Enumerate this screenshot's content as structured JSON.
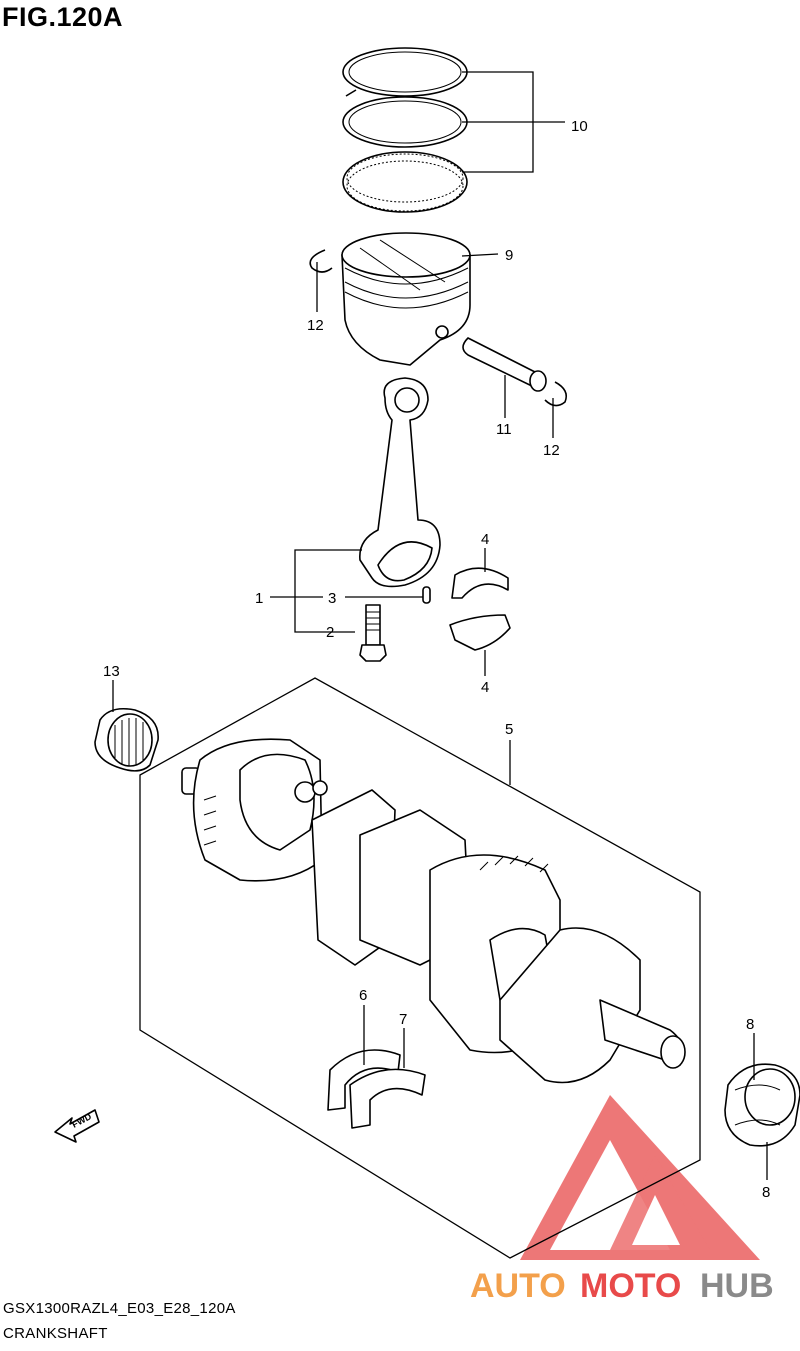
{
  "figure": {
    "title": "FIG.120A",
    "model_code": "GSX1300RAZL4_E03_E28_120A",
    "section_name": "CRANKSHAFT"
  },
  "callouts": {
    "c1": "1",
    "c2": "2",
    "c3": "3",
    "c4a": "4",
    "c4b": "4",
    "c5": "5",
    "c6": "6",
    "c7": "7",
    "c8a": "8",
    "c8b": "8",
    "c9": "9",
    "c10": "10",
    "c11": "11",
    "c12a": "12",
    "c12b": "12",
    "c13": "13"
  },
  "direction_marker": "FWD",
  "watermark": {
    "part1": "AUTO",
    "part2": "MOTO",
    "part3": "HUB",
    "colors": {
      "logo_red": "#e84a4a",
      "orange": "#f3a04b",
      "gray": "#8a8a8a"
    }
  }
}
